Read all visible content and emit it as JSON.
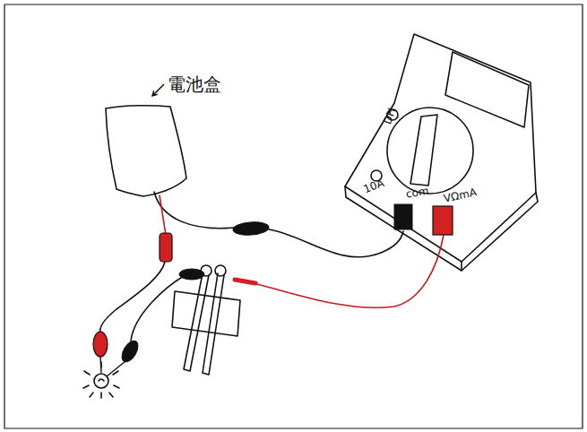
{
  "diagram": {
    "nodes": [
      {
        "text": [
          "電池盒"
        ]
      }
    ],
    "labels": [
      "DH",
      "10A",
      "com",
      "VΩmA"
    ]
  }
}
